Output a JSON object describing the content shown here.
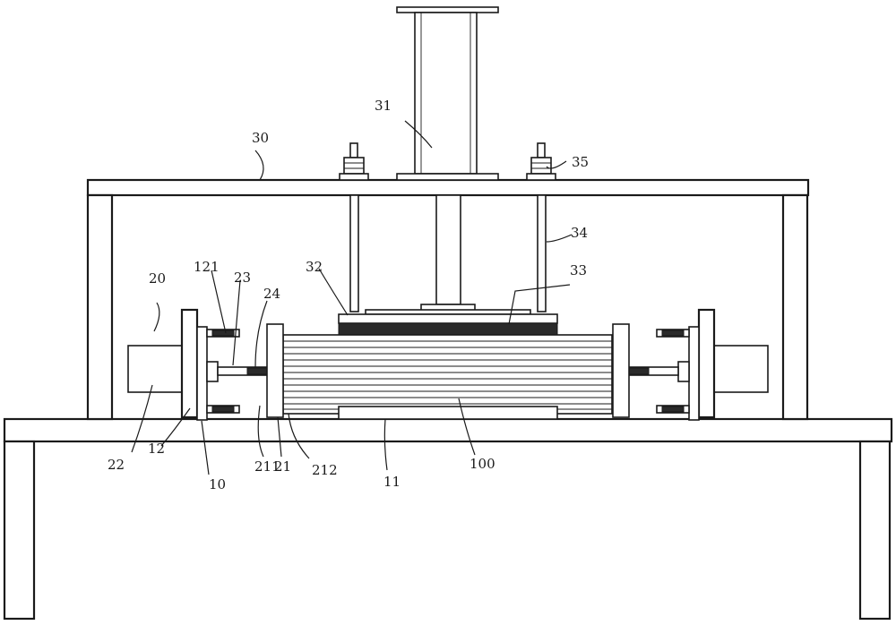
{
  "labels": {
    "l31": "31",
    "l30": "30",
    "l35": "35",
    "l34": "34",
    "l33": "33",
    "l32": "32",
    "l20": "20",
    "l121": "121",
    "l23": "23",
    "l24": "24",
    "l22": "22",
    "l12": "12",
    "l10": "10",
    "l211": "211",
    "l21": "21",
    "l212": "212",
    "l11": "11",
    "l100": "100"
  }
}
